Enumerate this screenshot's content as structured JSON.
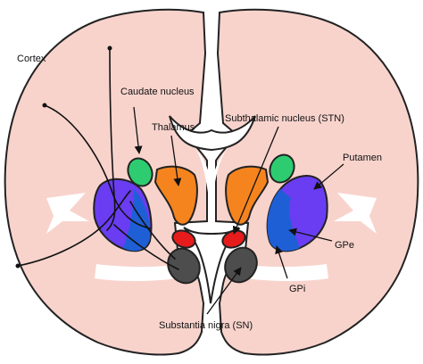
{
  "labels": {
    "cortex": "Cortex",
    "caudate": "Caudate nucleus",
    "thalamus": "Thalamus",
    "stn": "Subthalamic nucleus (STN)",
    "putamen": "Putamen",
    "gpe": "GPe",
    "gpi": "GPi",
    "sn": "Substantia nigra (SN)"
  },
  "colors": {
    "brain": "#f8d3cc",
    "ventricle": "#ffffff",
    "caudate": "#2ecc71",
    "thalamus": "#f5841f",
    "stn": "#e61c1c",
    "putamen": "#6a3df2",
    "globus_pallidus": "#1f5fd6",
    "substantia_nigra": "#4d4d4d",
    "outline": "#222222"
  }
}
